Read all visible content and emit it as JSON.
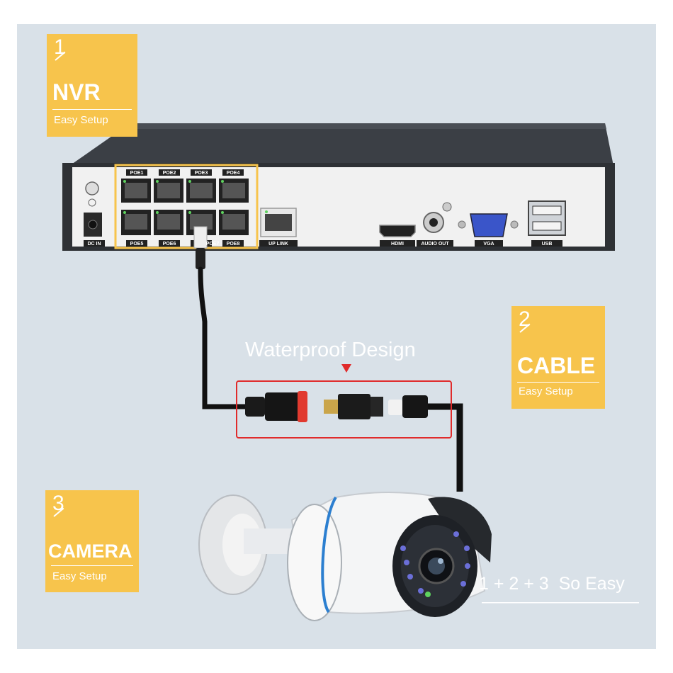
{
  "cards": {
    "nvr": {
      "number": "1",
      "title": "NVR",
      "subtitle": "Easy Setup"
    },
    "cable": {
      "number": "2",
      "title": "CABLE",
      "subtitle": "Easy Setup"
    },
    "camera": {
      "number": "3",
      "title": "CAMERA",
      "subtitle": "Easy Setup"
    }
  },
  "captions": {
    "waterproof": "Waterproof Design",
    "so_easy": "1 + 2 + 3  So Easy"
  },
  "nvr_labels": {
    "poe1": "POE1",
    "poe2": "POE2",
    "poe3": "POE3",
    "poe4": "POE4",
    "poe5": "POE5",
    "poe6": "POE6",
    "poe7": "POE7",
    "poe8": "POE8",
    "dc_in": "DC IN",
    "up_link": "UP LINK",
    "hdmi": "HDMI",
    "audio_out": "AUDIO OUT",
    "vga": "VGA",
    "usb": "USB"
  },
  "colors": {
    "background": "#d9e1e8",
    "card": "#f7c44c",
    "highlight_red": "#e02b2b",
    "nvr_panel": "#f1f1f1",
    "nvr_body": "#3a3d42"
  }
}
